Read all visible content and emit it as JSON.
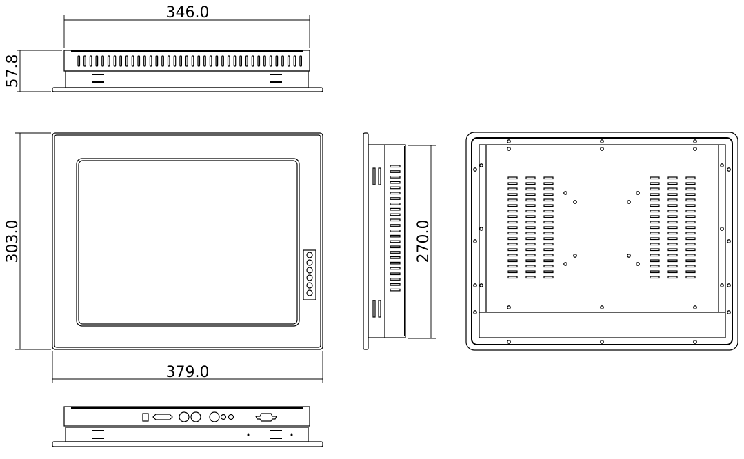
{
  "title": "Panel PC mechanical drawing",
  "dimensions": {
    "top_width": "346.0",
    "depth": "57.8",
    "front_height": "303.0",
    "front_width": "379.0",
    "side_height": "270.0"
  },
  "colors": {
    "line": "#000000",
    "background": "#ffffff"
  }
}
